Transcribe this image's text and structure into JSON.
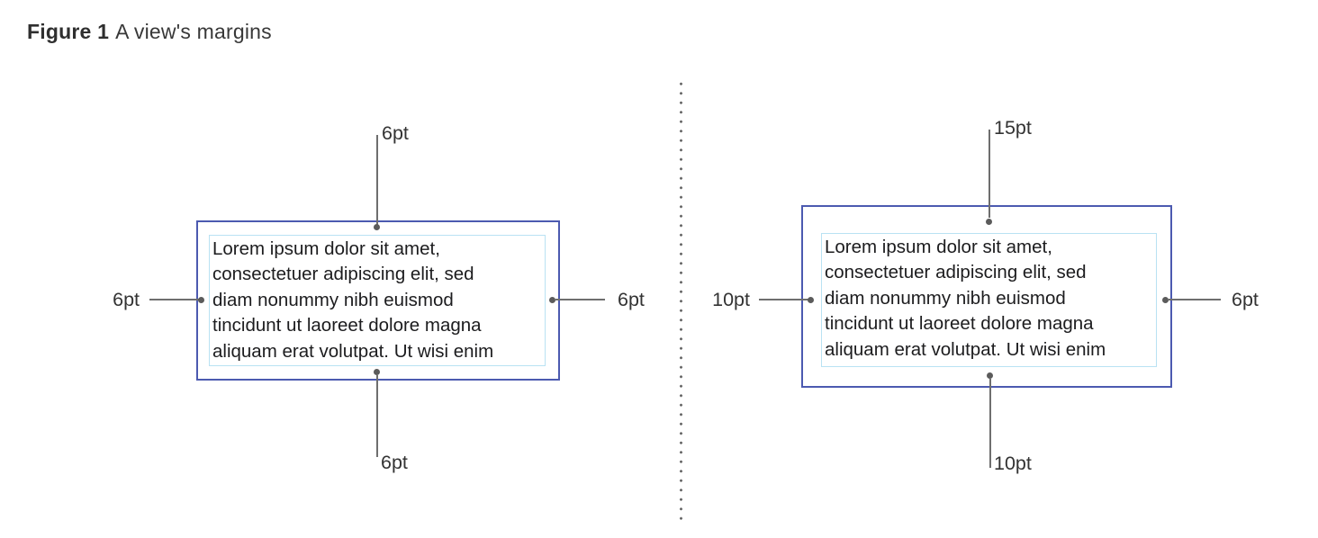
{
  "figure": {
    "label": "Figure 1",
    "caption": "A view's margins"
  },
  "content": {
    "lines": [
      "Lorem ipsum dolor sit amet,",
      "consectetuer adipiscing elit, sed",
      "diam nonummy nibh euismod",
      "tincidunt ut laoreet dolore magna",
      "aliquam erat volutpat. Ut wisi enim"
    ]
  },
  "diagrams": [
    {
      "id": "uniform-margins-view",
      "margins": {
        "top": "6pt",
        "left": "6pt",
        "right": "6pt",
        "bottom": "6pt"
      }
    },
    {
      "id": "custom-margins-view",
      "margins": {
        "top": "15pt",
        "left": "10pt",
        "right": "6pt",
        "bottom": "10pt"
      }
    }
  ],
  "colors": {
    "view_border": "#4c5ab0",
    "content_border": "#b9e2f3",
    "callout_line": "#6e6e6e",
    "callout_dot": "#5b5b5b",
    "divider_dot": "#696969",
    "title_text": "#2f2f2f",
    "body_text": "#1c1c1e",
    "label_text": "#333333"
  }
}
